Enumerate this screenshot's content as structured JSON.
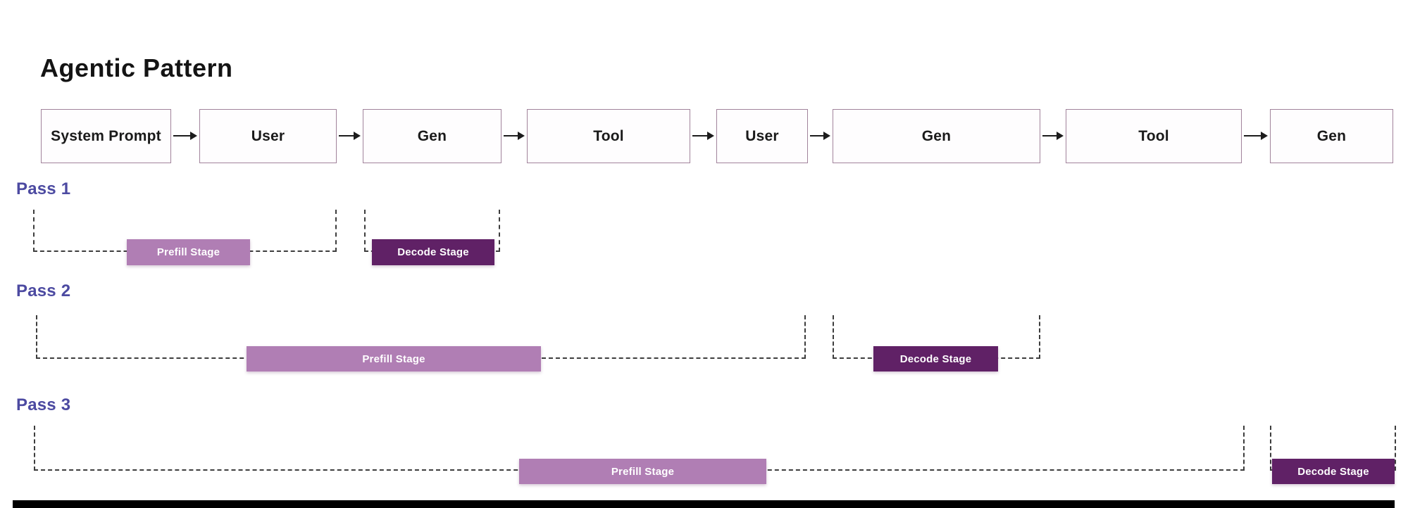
{
  "title": "Agentic Pattern",
  "flow": {
    "boxes": [
      {
        "label": "System Prompt"
      },
      {
        "label": "User"
      },
      {
        "label": "Gen"
      },
      {
        "label": "Tool"
      },
      {
        "label": "User"
      },
      {
        "label": "Gen"
      },
      {
        "label": "Tool"
      },
      {
        "label": "Gen"
      }
    ]
  },
  "passes": [
    {
      "label": "Pass 1",
      "stages": {
        "prefill": "Prefill Stage",
        "decode": "Decode Stage"
      }
    },
    {
      "label": "Pass 2",
      "stages": {
        "prefill": "Prefill Stage",
        "decode": "Decode Stage"
      }
    },
    {
      "label": "Pass 3",
      "stages": {
        "prefill": "Prefill Stage",
        "decode": "Decode Stage"
      }
    }
  ],
  "colors": {
    "prefill_bar": "#b07eb4",
    "decode_bar": "#602166",
    "pass_label": "#4c4aa1",
    "box_border": "#a1839b",
    "dashed_line": "#3d3d3d",
    "arrow": "#1c1c1c",
    "footer_bar": "#000000"
  }
}
